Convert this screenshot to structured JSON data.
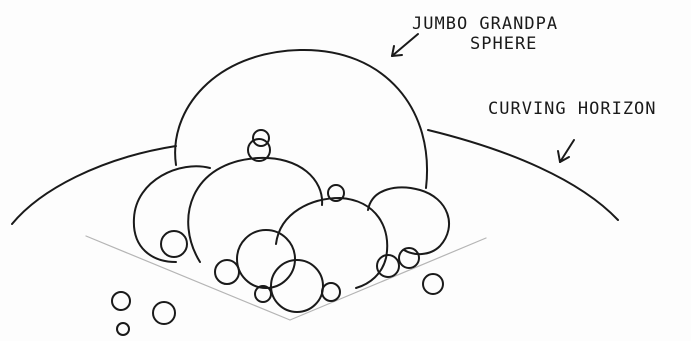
{
  "annotations": {
    "sphere_line1": "JUMBO GRANDPA",
    "sphere_line2": "SPHERE",
    "horizon": "CURVING HORIZON"
  },
  "colors": {
    "ink": "#1a1a1a",
    "guide_line": "#b5b5b5",
    "paper": "#fdfdfd"
  }
}
